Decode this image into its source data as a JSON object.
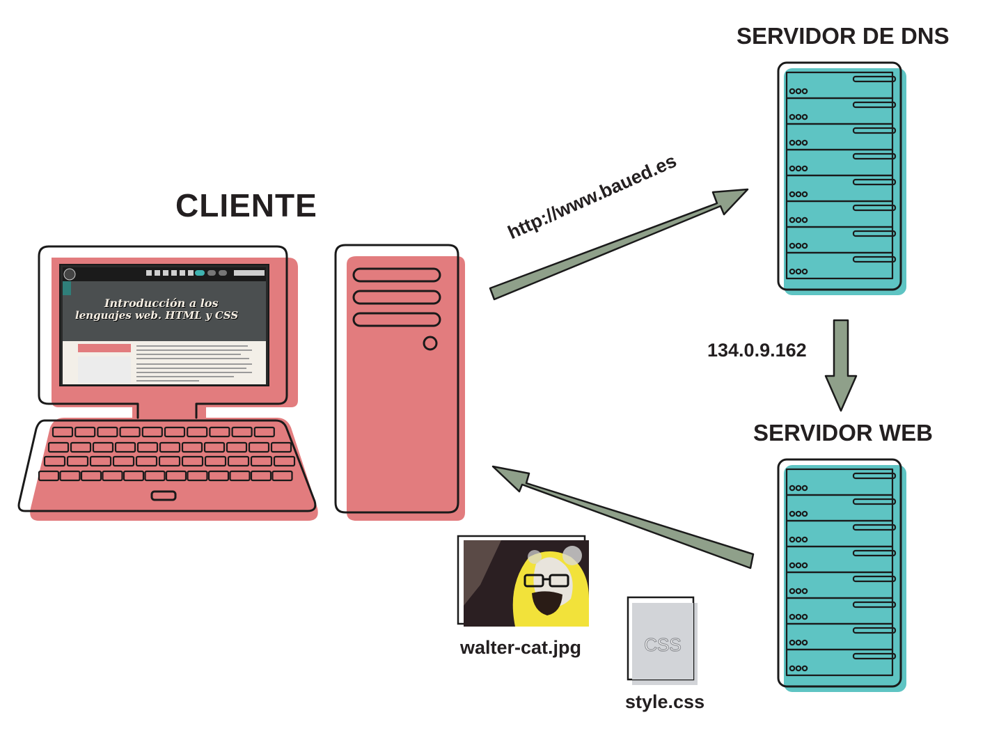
{
  "title": "",
  "client": {
    "label": "CLIENTE",
    "screen": {
      "headline_line1": "Introducción a los",
      "headline_line2": "lenguajes web. HTML y CSS"
    }
  },
  "dns_server": {
    "label": "SERVIDOR DE DNS",
    "rack_units": 8
  },
  "web_server": {
    "label": "SERVIDOR WEB",
    "rack_units": 8
  },
  "request": {
    "url": "http://www.baued.es"
  },
  "dns_response": {
    "ip": "134.0.9.162"
  },
  "files": [
    {
      "name": "walter-cat.jpg"
    },
    {
      "name": "style.css",
      "icon_text": "CSS"
    }
  ],
  "colors": {
    "client": "#e27c7e",
    "server": "#5ec4c3",
    "arrow": "#8fa08a",
    "css_file": "#d2d4d8"
  }
}
